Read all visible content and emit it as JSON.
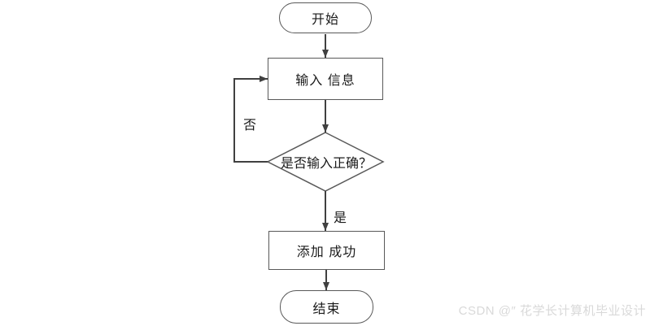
{
  "colors": {
    "background": "#ffffff",
    "shape_border": "#595959",
    "connector": "#404040",
    "text": "#1a1a1a",
    "watermark": "#d9d9d9"
  },
  "nodes": {
    "start": {
      "type": "terminal",
      "label": "开始"
    },
    "input": {
      "type": "process",
      "label": "输入 信息"
    },
    "decision": {
      "type": "decision",
      "label": "是否输入正确？"
    },
    "success": {
      "type": "process",
      "label": "添加 成功"
    },
    "end": {
      "type": "terminal",
      "label": "结束"
    }
  },
  "edge_labels": {
    "no": "否",
    "yes": "是"
  },
  "watermark": {
    "text": "CSDN @″ 花学长计算机毕业设计"
  }
}
